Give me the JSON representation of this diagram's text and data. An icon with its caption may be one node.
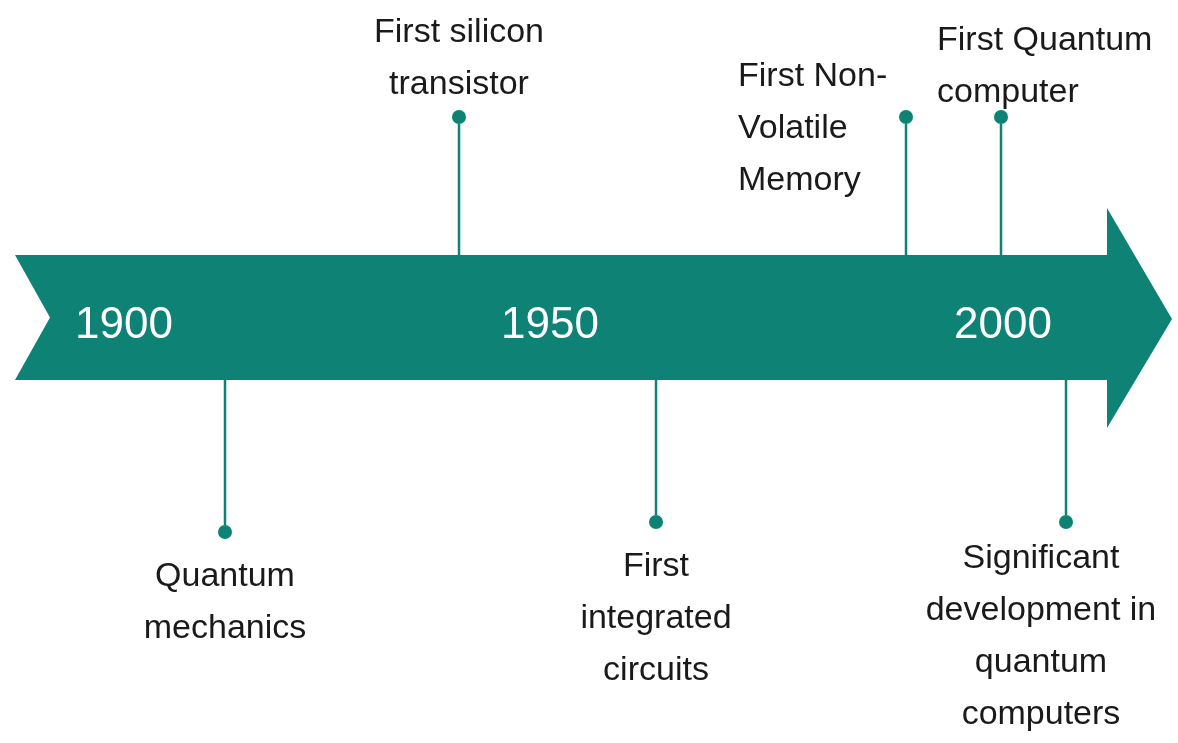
{
  "diagram": {
    "nodes": [
      {
        "text": [
          "1900",
          "1950",
          "2000"
        ]
      },
      {
        "text": [],
        "shape": "circle",
        "beside": [
          "Quantum mechanics"
        ]
      },
      {
        "text": [],
        "shape": "circle",
        "beside": [
          "First silicon transistor"
        ]
      },
      {
        "text": [],
        "shape": "circle",
        "beside": [
          "First integrated circuits"
        ]
      },
      {
        "text": [],
        "shape": "circle",
        "beside": [
          "First Non-Volatile Memory"
        ]
      },
      {
        "text": [],
        "shape": "circle",
        "beside": [
          "First Quantum computer"
        ]
      },
      {
        "text": [],
        "shape": "circle",
        "beside": [
          "Significant development in quantum computers"
        ]
      }
    ],
    "edges": [
      {
        "from": 0,
        "to": 1,
        "arrow": "none"
      },
      {
        "from": 0,
        "to": 2,
        "arrow": "none"
      },
      {
        "from": 0,
        "to": 3,
        "arrow": "none"
      },
      {
        "from": 0,
        "to": 4,
        "arrow": "none"
      },
      {
        "from": 0,
        "to": 5,
        "arrow": "none"
      },
      {
        "from": 0,
        "to": 6,
        "arrow": "none"
      }
    ]
  }
}
